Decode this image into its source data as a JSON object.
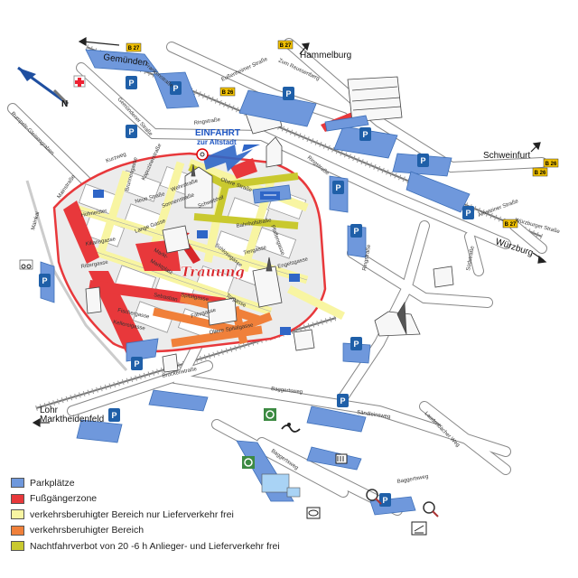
{
  "places": {
    "gemuenden": "Gemünden",
    "hammelburg": "Hammelburg",
    "schweinfurt": "Schweinfurt",
    "wuerzburg": "Würzburg",
    "lohr": "Lohr",
    "marktheidenfeld": "Marktheidenfeld"
  },
  "route_badges": [
    "B 27",
    "B 27",
    "B 26",
    "B 26",
    "B 26",
    "B 27"
  ],
  "streets": {
    "ruempelsgraben": "Rumpels-Gleisengraben",
    "mainkai": "Mainkai",
    "frankenstrasse": "Frankenstraße",
    "zum_reussenberg": "Zum Reussenberg",
    "eussenheimer": "Eußenheimer Straße",
    "gemuendener": "Gemündener Straße",
    "ringstrasse_top": "Ringstraße",
    "ringstrasse_right": "Ringstraße",
    "ringstrasse_east": "Ringstraße",
    "kurzweg": "Kurzweg",
    "suedstrasse": "Südstraße",
    "bahnhofstrasse": "Bahnhofstraße",
    "bruecken_str": "Brückenstraße",
    "baggertsweg": "Baggertsweg",
    "baggertsweg2": "Baggertsweg",
    "laudenbacher": "Laudenbacher Weg",
    "sandbanweg": "Sändleinsweg",
    "baggertsweg3": "Baggertsweg",
    "arnsteiner": "Arnsteiner Straße",
    "wuerzburger": "Würzburger Straße",
    "mainstrasse": "Mainstraße",
    "hofmeister": "Hofmeister",
    "kiliansgasse": "Kiliansgasse",
    "marktplatz": "Marktplatz",
    "torgasse": "Torgasse",
    "sebastian": "Sebastian",
    "ritter": "Rittergasse",
    "fischerg": "Fischergasse",
    "kellereigasse": "Kellereigasse",
    "wehrstrasse": "Wehrstraße",
    "sonnenstrasse": "Sonnenstraße",
    "neue_str": "Neue Straße",
    "brunnengasse": "Brunnengasse",
    "lange_gasse": "Lange Gasse",
    "kapuziner": "Kapuzinerstraße",
    "obere_str": "Obere Straße",
    "pfaffengasse": "Pfaffengasse",
    "schlossgasse": "Schlossgasse",
    "tiergasse": "Tiergasse",
    "engelsgasse": "Engelsgasse",
    "spitalgasse": "Spitalgasse",
    "faehrgasse": "Fährgasse",
    "obere_spitalgasse": "Obere Spitalgasse",
    "marktplatz2": "Markt-",
    "schwebhof": "Schwebhof"
  },
  "einfahrt": {
    "line1": "EINFAHRT",
    "line2": "zur Altstadt"
  },
  "trauung": "Trauung",
  "parking_letter": "P",
  "legend": [
    {
      "color": "#6f98dc",
      "label": "Parkplätze"
    },
    {
      "color": "#e8383b",
      "label": "Fußgängerzone"
    },
    {
      "color": "#f8f5a2",
      "label": "verkehrsberuhigter Bereich nur Lieferverkehr frei"
    },
    {
      "color": "#f0803a",
      "label": "verkehrsberuhigter Bereich"
    },
    {
      "color": "#c9c92f",
      "label": "Nachtfahrverbot von 20 -6 h Anlieger- und Lieferverkehr frei"
    }
  ],
  "colors": {
    "parking": "#6f98dc",
    "parking_sign": "#1f5fa8",
    "pedestrian": "#e8383b",
    "calm_delivery": "#f8f5a2",
    "calm": "#f0803a",
    "night": "#c9c92f",
    "oldtown": "#ececec",
    "road": "#ffffff",
    "outline": "#666666"
  }
}
